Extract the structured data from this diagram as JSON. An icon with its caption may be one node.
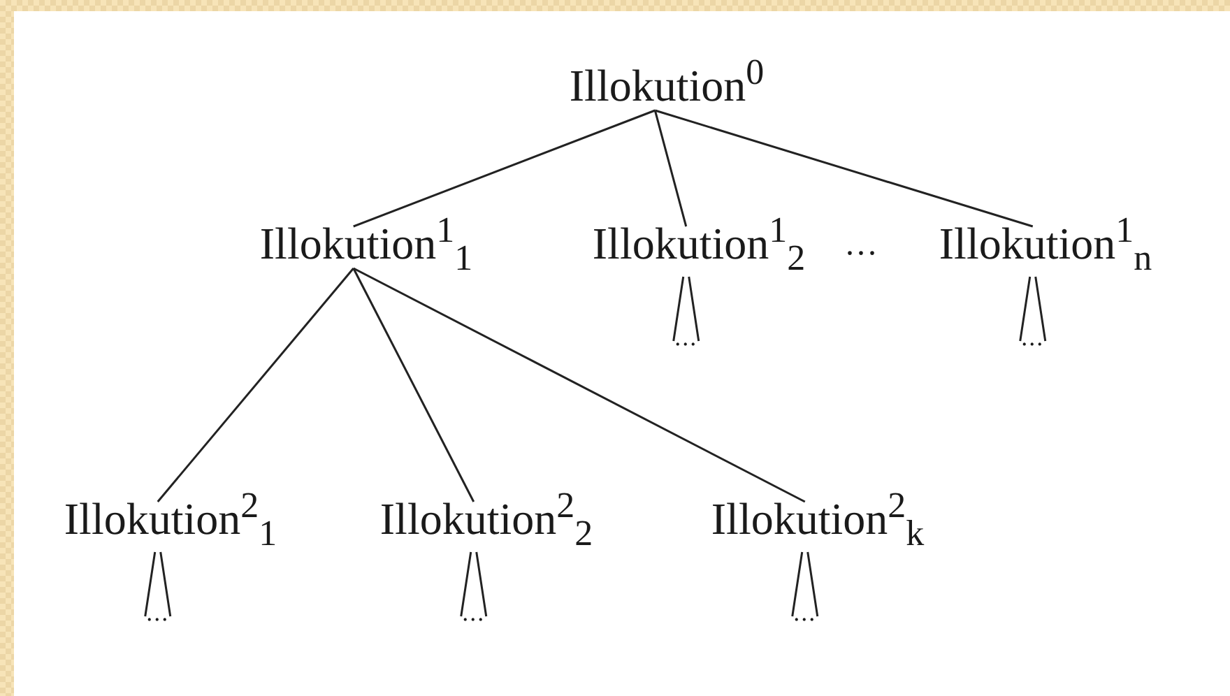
{
  "diagram": {
    "nodes": [
      {
        "text": [
          "Illokution$^{0}$"
        ]
      },
      {
        "text": [
          "Illokution$^{1}$$_{1}$"
        ]
      },
      {
        "text": [
          "Illokution$^{1}$$_{2}$"
        ],
        "beside": [
          "..."
        ]
      },
      {
        "text": [
          "Illokution$^{1}$$_{n}$"
        ],
        "beside": [
          "..."
        ]
      },
      {
        "text": [
          "Illokution$^{2}$$_{1}$"
        ],
        "beside": [
          "..."
        ]
      },
      {
        "text": [
          "Illokution$^{2}$$_{2}$"
        ],
        "beside": [
          "..."
        ]
      },
      {
        "text": [
          "Illokution$^{2}$$_{k}$"
        ],
        "beside": [
          "..."
        ]
      }
    ],
    "edges": [
      {
        "from": 0,
        "to": 1,
        "arrow": "none"
      },
      {
        "from": 0,
        "to": 2,
        "arrow": "none"
      },
      {
        "from": 0,
        "to": 3,
        "arrow": "none"
      },
      {
        "from": 1,
        "to": 4,
        "arrow": "none"
      },
      {
        "from": 1,
        "to": 5,
        "arrow": "none"
      },
      {
        "from": 1,
        "to": 6,
        "arrow": "none"
      }
    ],
    "labels": [
      "···"
    ]
  }
}
